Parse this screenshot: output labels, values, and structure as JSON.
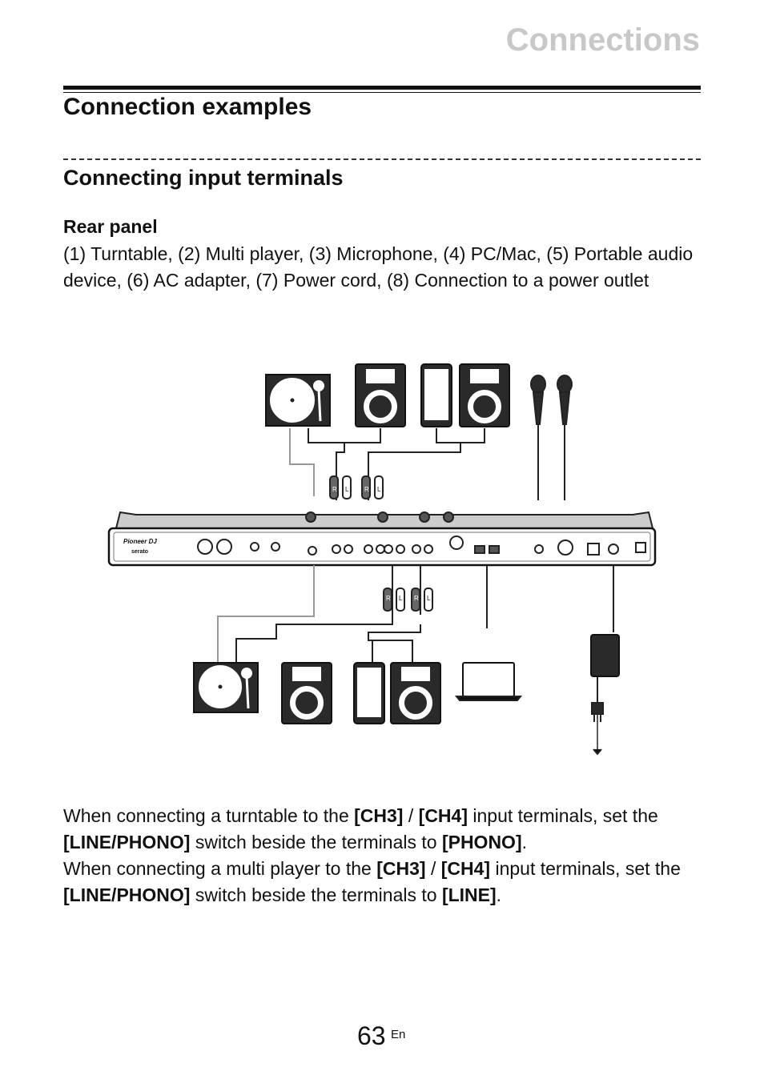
{
  "header": {
    "title": "Connections"
  },
  "section": {
    "title": "Connection examples"
  },
  "subsection": {
    "title": "Connecting input terminals"
  },
  "rear_panel": {
    "heading": "Rear panel",
    "description": "(1) Turntable, (2) Multi player, (3) Microphone, (4) PC/Mac, (5) Portable audio device, (6) AC adapter, (7) Power cord, (8) Connection to a power outlet"
  },
  "diagram": {
    "brand": "Pioneer DJ",
    "software": "serato",
    "plug_labels": [
      "R",
      "L",
      "R",
      "L",
      "R",
      "L",
      "R",
      "L"
    ]
  },
  "notes": {
    "n1_a": "When connecting a turntable to the ",
    "n1_ch3": "[CH3]",
    "n1_sep": " / ",
    "n1_ch4": "[CH4]",
    "n1_b": " input terminals, set the ",
    "n1_switch": "[LINE/PHONO]",
    "n1_c": " switch beside the terminals to ",
    "n1_mode": "[PHONO]",
    "n1_end": ".",
    "n2_a": "When connecting a multi player to the ",
    "n2_ch3": "[CH3]",
    "n2_sep": " / ",
    "n2_ch4": "[CH4]",
    "n2_b": " input terminals, set the ",
    "n2_switch": "[LINE/PHONO]",
    "n2_c": " switch beside the terminals to ",
    "n2_mode": "[LINE]",
    "n2_end": "."
  },
  "footer": {
    "page": "63",
    "lang": "En"
  }
}
